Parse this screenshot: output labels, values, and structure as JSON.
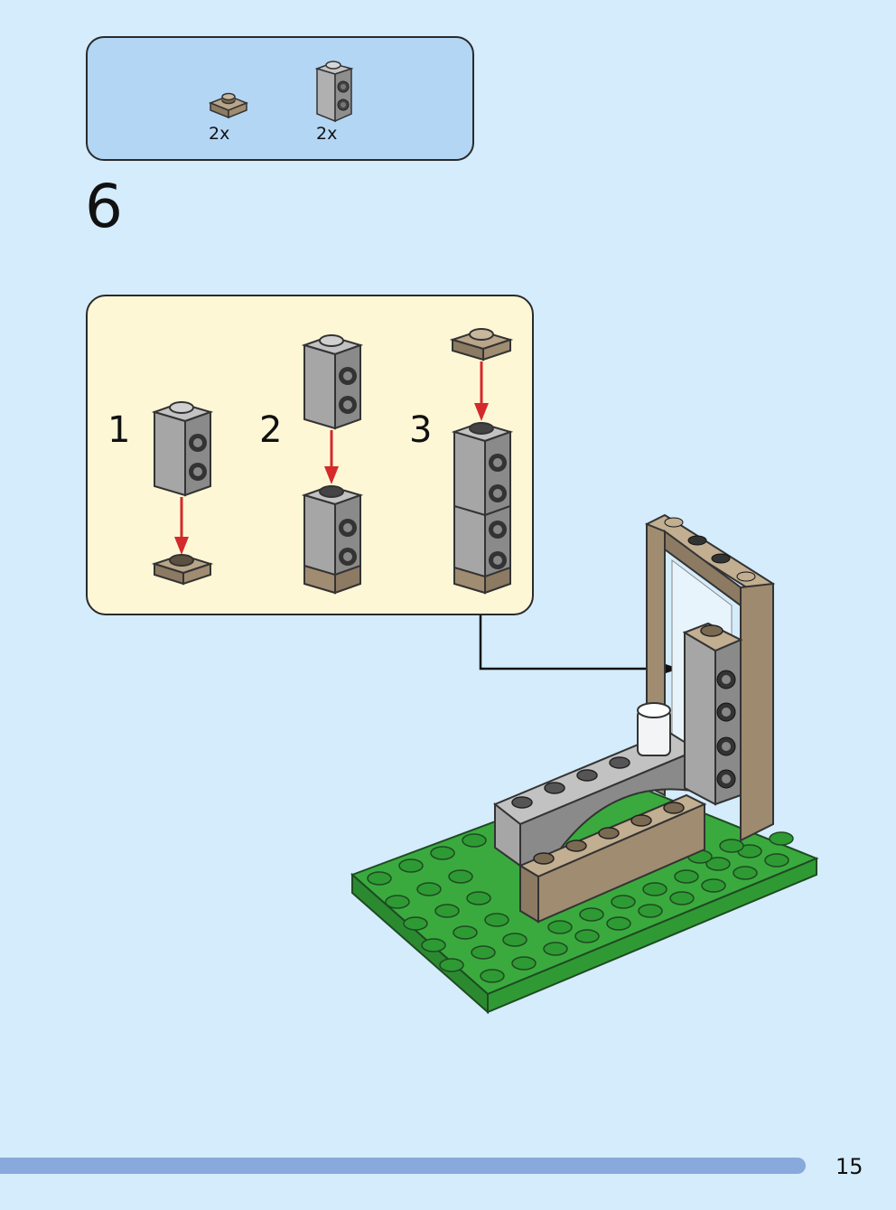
{
  "parts": [
    {
      "name": "tan 1x1 plate",
      "count": "2x"
    },
    {
      "name": "grey 1x1 brick with side studs",
      "count": "2x"
    }
  ],
  "step": {
    "number": "6"
  },
  "substeps": [
    "1",
    "2",
    "3"
  ],
  "colors": {
    "background": "#d4ecfb",
    "parts_box": "#b3d6f4",
    "substep_box": "#fef7d6",
    "grey_brick": "#9a9a9a",
    "tan": "#a8947a",
    "green_plate": "#3aaa3e",
    "arrow_red": "#d42a2a",
    "progress": "#87a9dc"
  },
  "footer": {
    "page_number": "15",
    "progress": 0.9
  }
}
